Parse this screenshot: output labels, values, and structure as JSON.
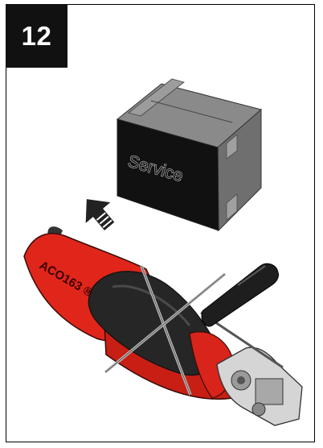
{
  "step": {
    "number": "12"
  },
  "box": {
    "label": "Service"
  },
  "tool": {
    "model_text": "ACO163 ®"
  },
  "colors": {
    "tool_red": "#e0261a",
    "tool_dark": "#2a2a2a",
    "box_gray": "#7d7d7d"
  },
  "icons": [
    "service-box-icon",
    "arrow-icon",
    "tool-icon",
    "screwdriver-icon",
    "crossed-out-icon"
  ]
}
